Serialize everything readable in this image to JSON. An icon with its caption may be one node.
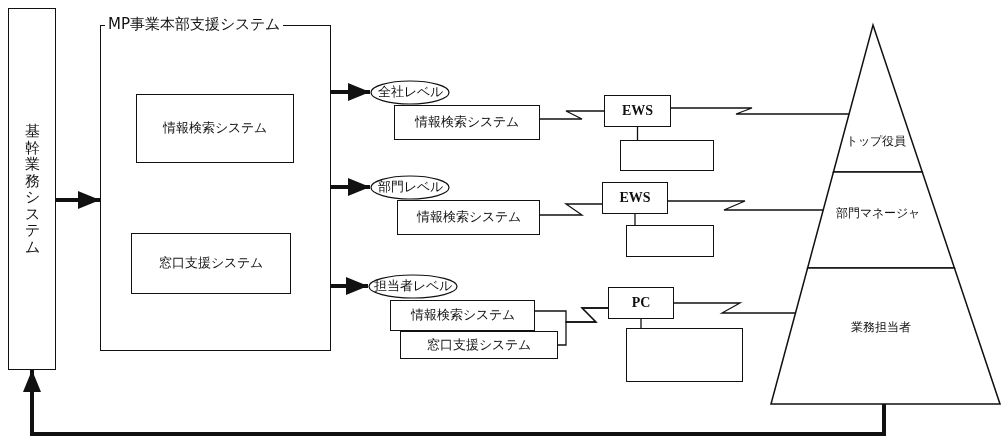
{
  "diagram": {
    "nodes": [
      {
        "text": [
          "基幹業務システム"
        ]
      },
      {
        "text": [
          "MP事業本部支援システム"
        ]
      },
      {
        "text": [
          "情報検索システム"
        ],
        "in": 1
      },
      {
        "text": [
          "窓口支援システム"
        ],
        "in": 1
      },
      {
        "text": [
          "全社レベル"
        ]
      },
      {
        "text": [
          "情報検索システム"
        ]
      },
      {
        "text": [
          "EWS"
        ]
      },
      {
        "text": [],
        "shape": "box"
      },
      {
        "text": [
          "部門レベル"
        ]
      },
      {
        "text": [
          "情報検索システム"
        ]
      },
      {
        "text": [
          "EWS"
        ]
      },
      {
        "text": [],
        "shape": "box"
      },
      {
        "text": [
          "担当者レベル"
        ]
      },
      {
        "text": [
          "情報検索システム"
        ]
      },
      {
        "text": [
          "窓口支援システム"
        ]
      },
      {
        "text": [
          "PC"
        ]
      },
      {
        "text": [],
        "shape": "box"
      },
      {
        "text": [
          "トップ役員"
        ]
      },
      {
        "text": [
          "部門マネージャ"
        ]
      },
      {
        "text": [
          "業務担当者"
        ]
      }
    ],
    "edges": [
      {
        "from": 0,
        "to": 1,
        "arrow": "to",
        "style": "thick"
      },
      {
        "from": 1,
        "to": 4,
        "arrow": "to",
        "style": "thick"
      },
      {
        "from": 1,
        "to": 8,
        "arrow": "to",
        "style": "thick"
      },
      {
        "from": 1,
        "to": 12,
        "arrow": "to",
        "style": "thick"
      },
      {
        "from": 5,
        "to": 6,
        "arrow": "none"
      },
      {
        "from": 6,
        "to": 7,
        "arrow": "none"
      },
      {
        "from": 6,
        "to": 17,
        "arrow": "none"
      },
      {
        "from": 9,
        "to": 10,
        "arrow": "none"
      },
      {
        "from": 10,
        "to": 11,
        "arrow": "none"
      },
      {
        "from": 10,
        "to": 18,
        "arrow": "none"
      },
      {
        "from": 13,
        "to": 15,
        "arrow": "none"
      },
      {
        "from": 14,
        "to": 15,
        "arrow": "none"
      },
      {
        "from": 15,
        "to": 16,
        "arrow": "none"
      },
      {
        "from": 15,
        "to": 19,
        "arrow": "none"
      },
      {
        "from": 19,
        "to": 0,
        "arrow": "to",
        "style": "thick"
      }
    ]
  }
}
